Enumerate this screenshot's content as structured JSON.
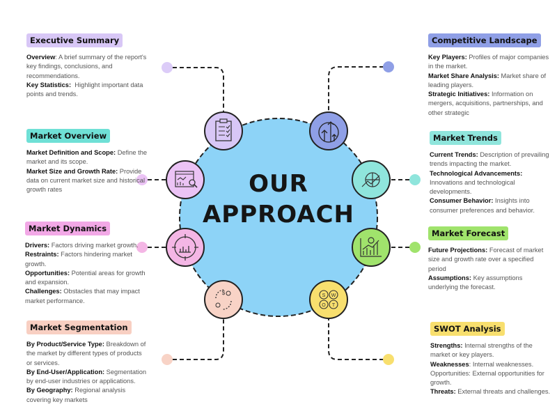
{
  "title": {
    "line1": "OUR",
    "line2": "APPROACH"
  },
  "colors": {
    "center": "#8dd3f7",
    "exec": "#d8c7f6",
    "overview": "#6fe0d6",
    "dynamics": "#f2a8e6",
    "segmentation": "#f8cfc2",
    "competitive": "#8f9fe6",
    "trends": "#8fe5dc",
    "forecast": "#a0e36c",
    "swot": "#f8df6e"
  },
  "sections": {
    "exec": {
      "label": "Executive Summary",
      "icon": "clipboard-checklist-icon",
      "items": [
        {
          "b": "Overview",
          "t": ": A brief summary of the report's key findings, conclusions, and recommendations."
        },
        {
          "b": "Key Statistics:",
          "t": "  Highlight important data points and trends."
        }
      ]
    },
    "overview": {
      "label": "Market Overview",
      "icon": "chart-magnifier-icon",
      "items": [
        {
          "b": "Market Definition and Scope:",
          "t": " Define the market and its scope."
        },
        {
          "b": " Market Size and Growth Rate:",
          "t": " Provide data on current market size and historical growth rates"
        }
      ]
    },
    "dynamics": {
      "label": "Market Dynamics",
      "icon": "target-chart-icon",
      "items": [
        {
          "b": "Drivers:",
          "t": " Factors driving market growth."
        },
        {
          "b": "Restraints:",
          "t": " Factors hindering market growth."
        },
        {
          "b": "Opportunities:",
          "t": " Potential areas for growth and expansion."
        },
        {
          "b": "Challenges:",
          "t": " Obstacles that may impact market performance."
        }
      ]
    },
    "segmentation": {
      "label": "Market Segmentation",
      "icon": "people-exchange-icon",
      "items": [
        {
          "b": "By Product/Service Type:",
          "t": " Breakdown of the market by different types of products or services."
        },
        {
          "b": "By End-User/Application:",
          "t": " Segmentation by end-user industries or applications."
        },
        {
          "b": "By Geography:",
          "t": " Regional analysis covering key markets"
        }
      ]
    },
    "competitive": {
      "label": "Competitive Landscape",
      "icon": "growth-arrows-icon",
      "items": [
        {
          "b": "Key Players:",
          "t": " Profiles of major companies in the market."
        },
        {
          "b": "Market Share Analysis:",
          "t": " Market share of leading players."
        },
        {
          "b": "Strategic Initiatives:",
          "t": " Information on mergers, acquisitions, partnerships, and other strategic"
        }
      ]
    },
    "trends": {
      "label": "Market Trends",
      "icon": "globe-trend-icon",
      "items": [
        {
          "b": "Current Trends:",
          "t": " Description of prevailing trends impacting the market."
        },
        {
          "b": "Technological Advancements:",
          "t": " Innovations and technological developments."
        },
        {
          "b": "Consumer Behavior:",
          "t": " Insights into consumer preferences and behavior."
        }
      ]
    },
    "forecast": {
      "label": "Market Forecast",
      "icon": "forecast-chart-icon",
      "items": [
        {
          "b": "Future Projections:",
          "t": " Forecast of market size and growth rate over a specified period"
        },
        {
          "b": "Assumptions:",
          "t": " Key assumptions underlying the forecast."
        }
      ]
    },
    "swot": {
      "label": "SWOT Analysis",
      "icon": "swot-grid-icon",
      "swot_letters": [
        "S",
        "W",
        "O",
        "T"
      ],
      "items": [
        {
          "b": "Strengths:",
          "t": " Internal strengths of the market or key players."
        },
        {
          "b": "Weaknesses",
          "t": ": Internal weaknesses. Opportunities: External opportunities for growth."
        },
        {
          "b": "Threats:",
          "t": " External threats and challenges."
        }
      ]
    }
  }
}
